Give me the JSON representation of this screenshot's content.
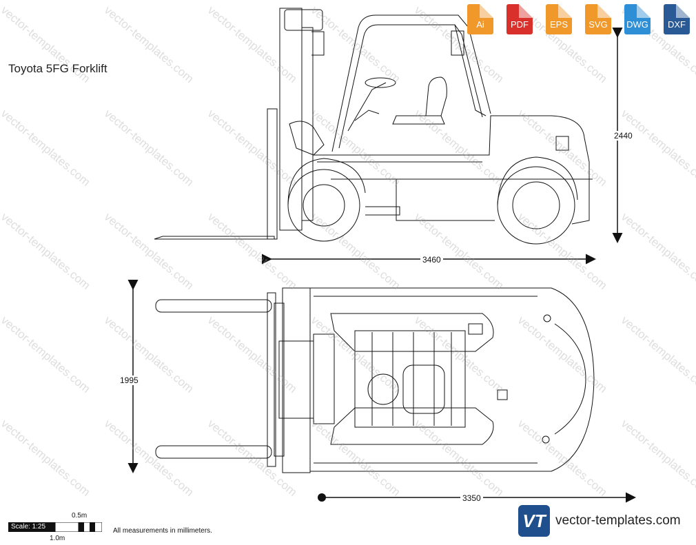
{
  "title": "Toyota 5FG Forklift",
  "dimensions": {
    "height": "2440",
    "length": "3460",
    "width": "1995",
    "wheelbase_length": "3350"
  },
  "formats": [
    {
      "label": "Ai",
      "color": "#f0982a"
    },
    {
      "label": "PDF",
      "color": "#d9302b"
    },
    {
      "label": "EPS",
      "color": "#f0982a"
    },
    {
      "label": "SVG",
      "color": "#f0982a"
    },
    {
      "label": "DWG",
      "color": "#2f8fd6"
    },
    {
      "label": "DXF",
      "color": "#2a5a96"
    }
  ],
  "scale": {
    "label": "Scale: 1:25",
    "half_m": "0.5m",
    "one_m": "1.0m"
  },
  "note": "All measurements in millimeters.",
  "brand": {
    "logo_text": "VT",
    "site": "vector-templates.com"
  },
  "watermark": "vector-templates.com"
}
